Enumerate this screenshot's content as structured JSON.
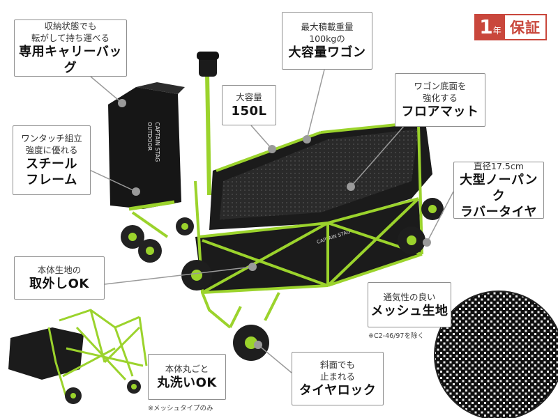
{
  "warranty": {
    "number": "1",
    "unit": "年",
    "label": "保証"
  },
  "callouts": {
    "bag": {
      "small": "収納状態でも\n転がして持ち運べる",
      "big": "専用キャリーバッグ"
    },
    "capacity_load": {
      "small": "最大積載重量\n100kgの",
      "big": "大容量ワゴン"
    },
    "capacity": {
      "small": "大容量",
      "big": "150L"
    },
    "floor": {
      "small": "ワゴン底面を\n強化する",
      "big": "フロアマット"
    },
    "frame": {
      "small": "ワンタッチ組立\n強度に優れる",
      "big": "スチール\nフレーム"
    },
    "tire": {
      "small": "直径17.5cm",
      "big": "大型ノーパンク\nラバータイヤ"
    },
    "removable": {
      "small": "本体生地の",
      "big": "取外しOK"
    },
    "mesh": {
      "small": "通気性の良い",
      "big": "メッシュ生地"
    },
    "washable": {
      "small": "本体丸ごと",
      "big": "丸洗いOK"
    },
    "lock": {
      "small": "斜面でも\n止まれる",
      "big": "タイヤロック"
    }
  },
  "notes": {
    "mesh_note": "※C2-46/97を除く",
    "wash_note": "※メッシュタイプのみ"
  },
  "product_print": {
    "brand": "CAPTAIN STAG\nOUTDOOR"
  },
  "colors": {
    "frame_green": "#9bd32c",
    "fabric_black": "#1b1b1b",
    "warranty_red": "#c9473c",
    "border_gray": "#8e8e8e"
  }
}
